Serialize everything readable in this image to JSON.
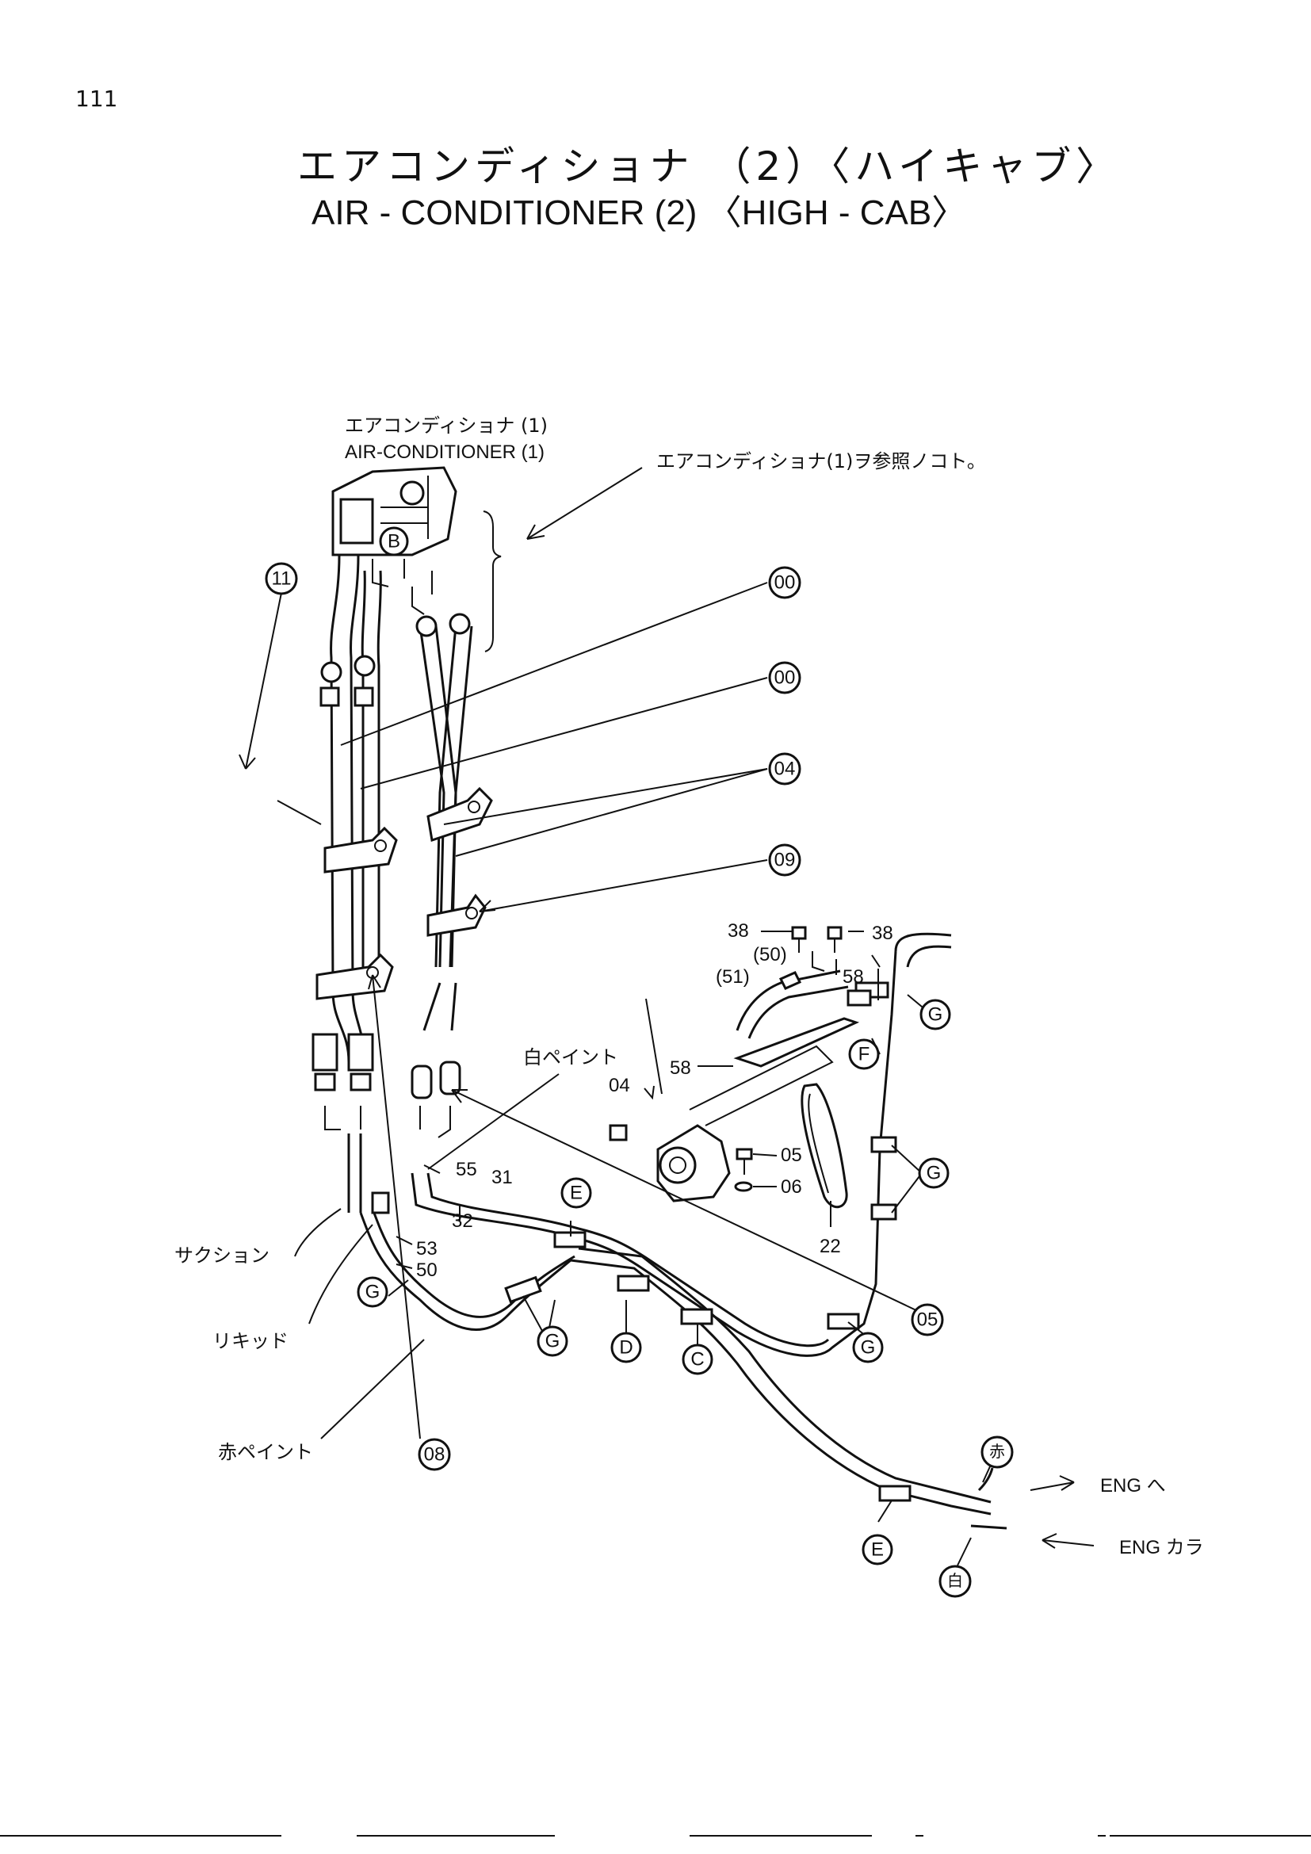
{
  "page_number": "111",
  "title_ja": "エアコンディショナ （2）〈ハイキャブ〉",
  "title_en": "AIR - CONDITIONER (2) 〈HIGH - CAB〉",
  "reference_note": {
    "label_ja": "エアコンディショナ (1)",
    "label_en": "AIR-CONDITIONER (1)",
    "see_note": "エアコンディショナ(1)ヲ参照ノコト。"
  },
  "callouts": {
    "c11": "11",
    "c00a": "00",
    "c00b": "00",
    "c04": "04",
    "c09": "09",
    "c05": "05",
    "c08": "08"
  },
  "letters": {
    "B": "B",
    "E1": "E",
    "E2": "E",
    "F": "F",
    "G1": "G",
    "G2": "G",
    "G3": "G",
    "G4": "G",
    "G5": "G",
    "D": "D",
    "C": "C",
    "aka": "赤",
    "shiro": "白"
  },
  "part_numbers": {
    "p38a": "38",
    "p38b": "38",
    "p50": "(50)",
    "p51": "(51)",
    "p58a": "58",
    "p58b": "58",
    "p04": "04",
    "p05": "05",
    "p06": "06",
    "p22": "22",
    "p55": "55",
    "p31": "31",
    "p32": "32",
    "p53": "53",
    "p50b": "50"
  },
  "annotations": {
    "white_paint": "白ペイント",
    "red_paint": "赤ペイント",
    "suction": "サクション",
    "liquid": "リキッド",
    "to_eng": "ENG へ",
    "from_eng": "ENG カラ"
  }
}
